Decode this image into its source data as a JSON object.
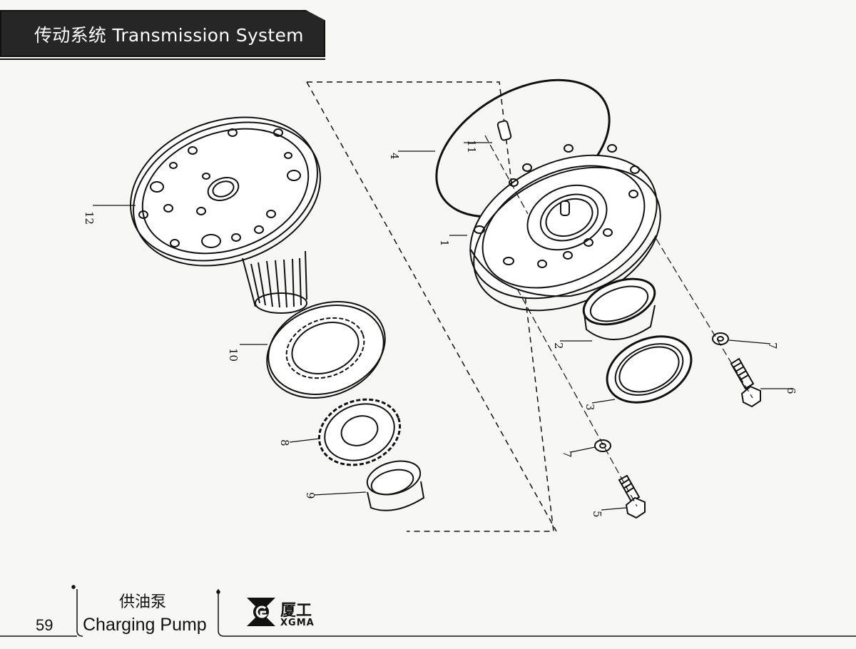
{
  "header": {
    "title": "传动系统  Transmission System"
  },
  "callouts": {
    "c1": "1",
    "c2": "2",
    "c3": "3",
    "c4": "4",
    "c5": "5",
    "c6": "6",
    "c7a": "7",
    "c7b": "7",
    "c8": "8",
    "c9": "9",
    "c10": "10",
    "c11": "11",
    "c12": "12"
  },
  "footer": {
    "page_number": "59",
    "title_cn": "供油泵",
    "title_en": "Charging Pump",
    "brand_cn": "厦工",
    "brand_en": "XGMA"
  }
}
